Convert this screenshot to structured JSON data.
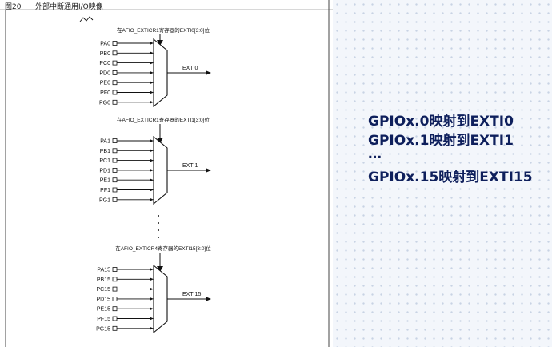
{
  "figure": {
    "number": "图20",
    "caption": "外部中断通用I/O映像"
  },
  "groups": [
    {
      "register_label": "在AFIO_EXTICR1寄存器的EXTI0[3:0]位",
      "inputs": [
        "PA0",
        "PB0",
        "PC0",
        "PD0",
        "PE0",
        "PF0",
        "PG0"
      ],
      "output": "EXTI0"
    },
    {
      "register_label": "在AFIO_EXTICR1寄存器的EXTI1[3:0]位",
      "inputs": [
        "PA1",
        "PB1",
        "PC1",
        "PD1",
        "PE1",
        "PF1",
        "PG1"
      ],
      "output": "EXTI1"
    },
    {
      "register_label": "在AFIO_EXTICR4寄存器的EXTI15[3:0]位",
      "inputs": [
        "PA15",
        "PB15",
        "PC15",
        "PD15",
        "PE15",
        "PF15",
        "PG15"
      ],
      "output": "EXTI15"
    }
  ],
  "mappings": [
    "GPIOx.0映射到EXTI0",
    "GPIOx.1映射到EXTI1",
    "…",
    "GPIOx.15映射到EXTI15"
  ],
  "colors": {
    "mapping_text": "#0e1f5c",
    "line": "#111111",
    "frame": "#444444"
  }
}
